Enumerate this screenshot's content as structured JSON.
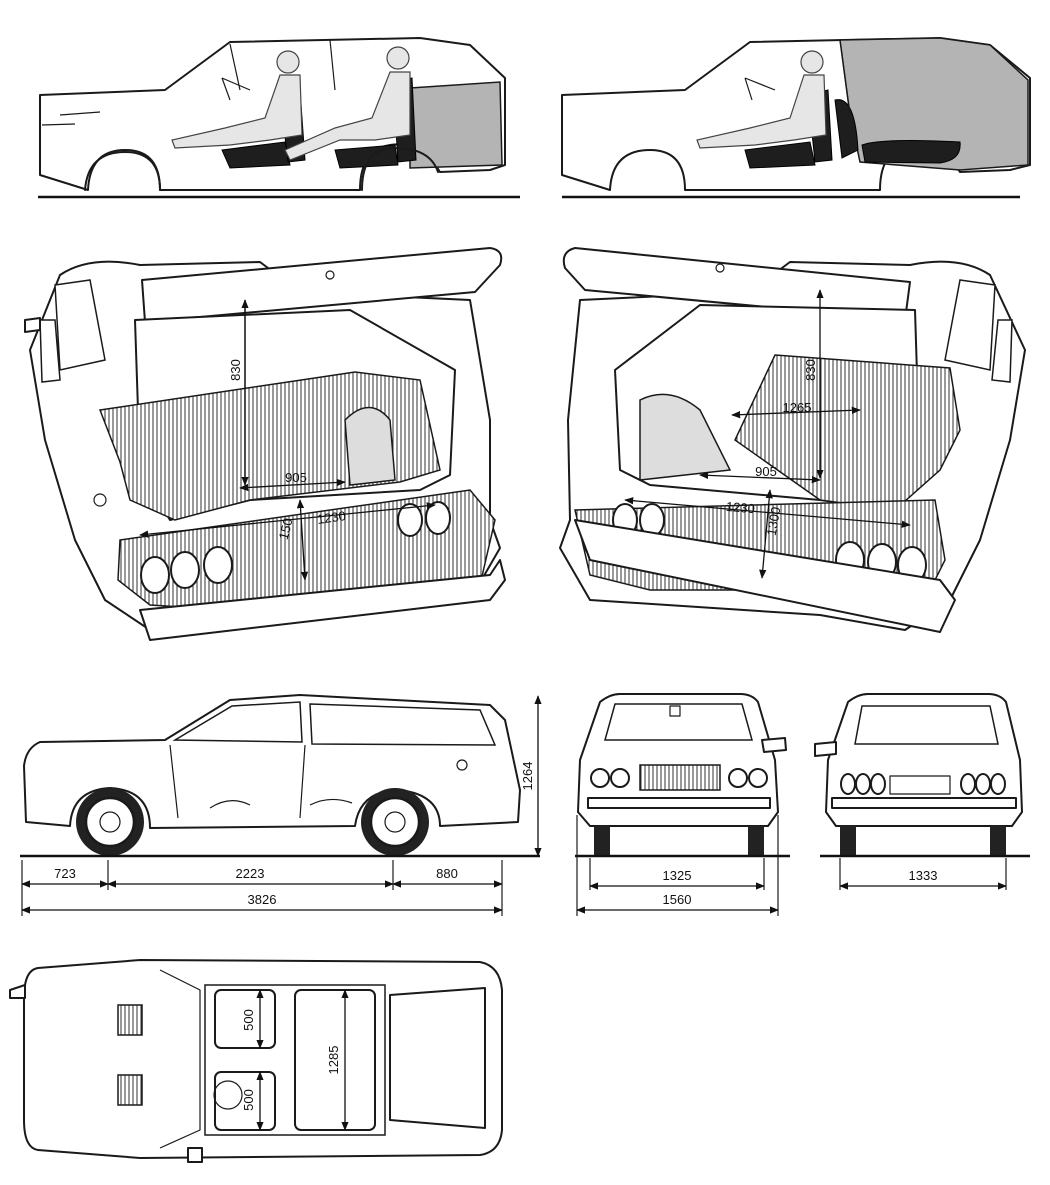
{
  "dimensions": {
    "front_overhang": "723",
    "wheelbase": "2223",
    "rear_overhang": "880",
    "overall_length": "3826",
    "height": "1264",
    "front_track": "1325",
    "overall_width": "1560",
    "rear_track": "1333"
  },
  "cargo_left": {
    "height": "830",
    "depth": "905",
    "width": "1230",
    "sill_height": "150"
  },
  "cargo_right": {
    "height": "830",
    "floor_width": "1265",
    "depth": "905",
    "width": "1230",
    "extended_length": "1300"
  },
  "top_view": {
    "seat_width_front": "500",
    "seat_width_rear": "500",
    "interior_width": "1285"
  },
  "colors": {
    "ink": "#1a1a1a",
    "cargo_shade": "#b4b4b4",
    "seat": "#1e1e1e"
  }
}
